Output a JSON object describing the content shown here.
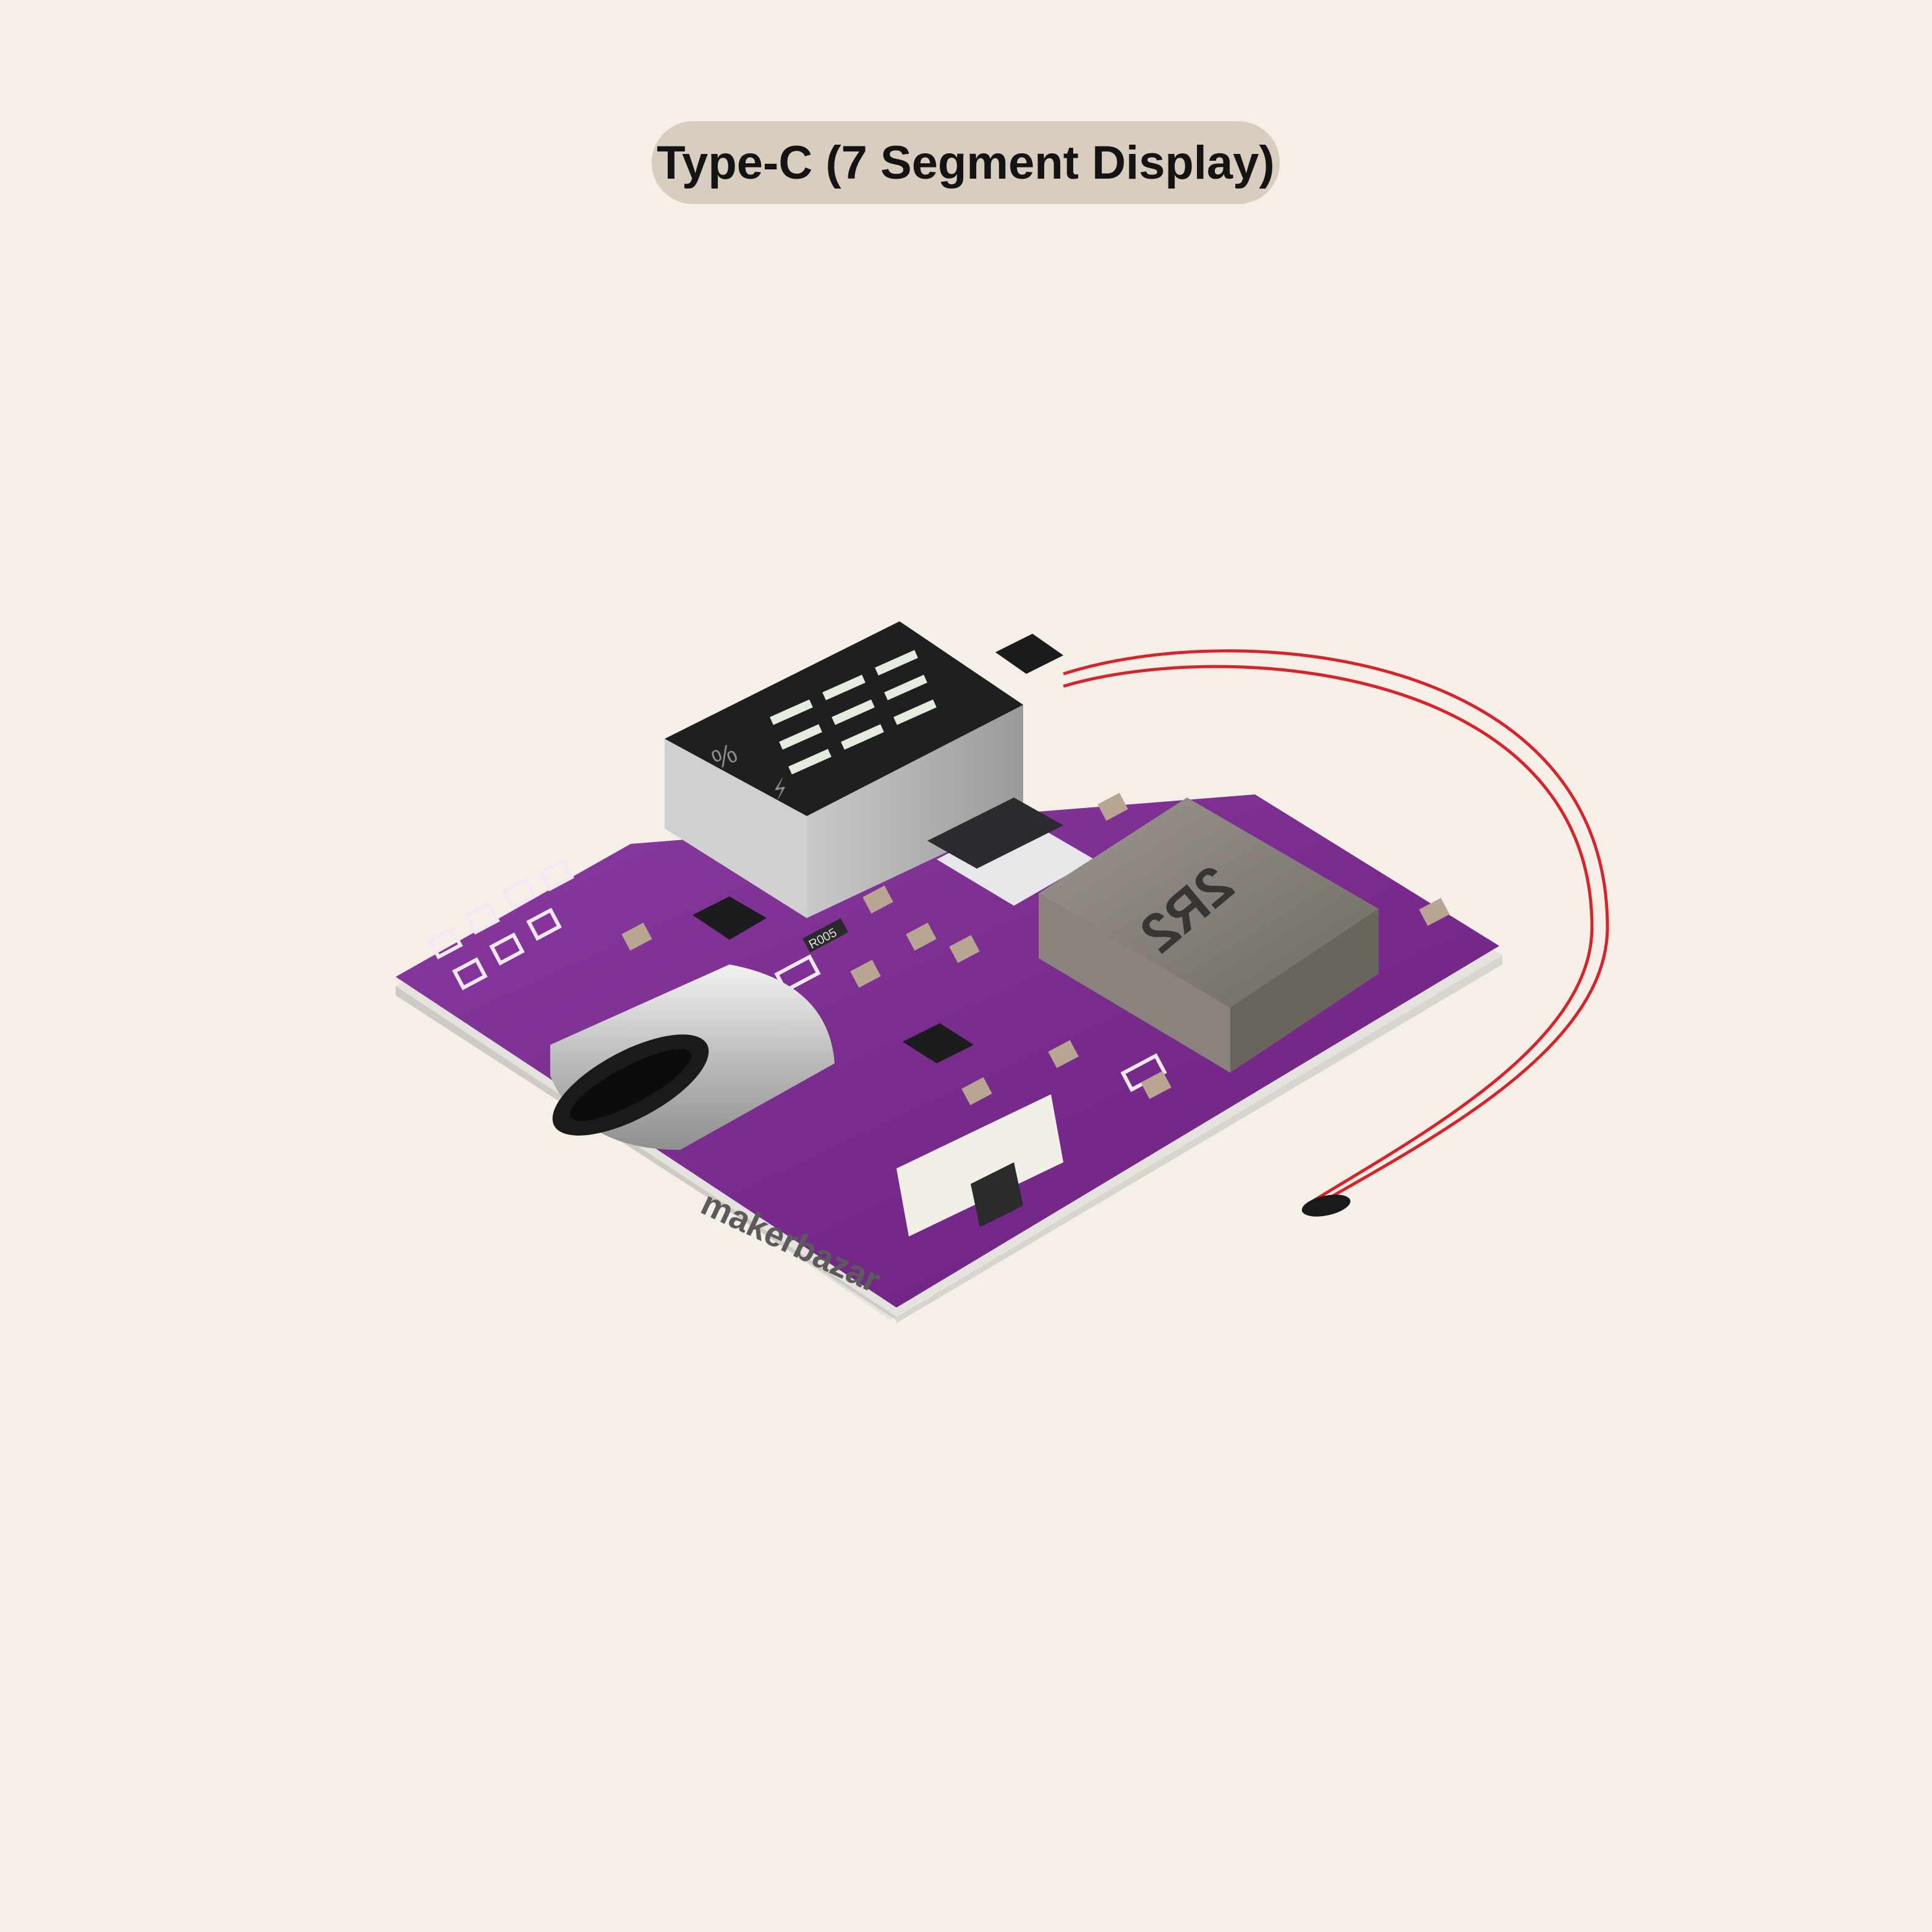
{
  "header": {
    "title": "Type-C (7 Segment Display)"
  },
  "product": {
    "inductor_marking": "2R2",
    "resistor_marking": "R005",
    "display_symbols": [
      "%",
      "⚡"
    ],
    "watermark": "makerbazar"
  },
  "colors": {
    "background": "#f5efe8",
    "title_pill": "#d9cdbf",
    "pcb": "#7a2a8c",
    "wire": "#d8232a"
  }
}
